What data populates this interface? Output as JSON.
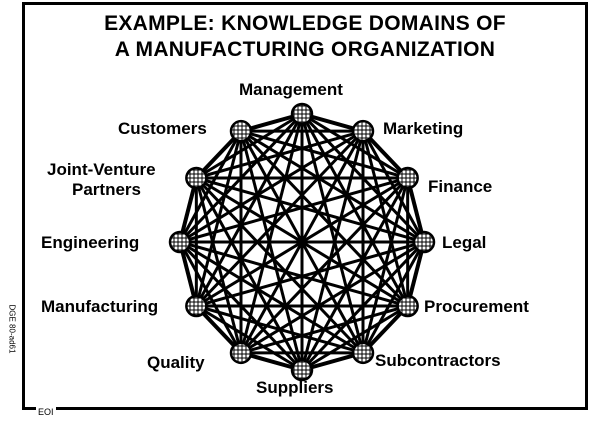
{
  "title": {
    "line1": "EXAMPLE:  KNOWLEDGE DOMAINS OF",
    "line2": "A MANUFACTURING  ORGANIZATION"
  },
  "nodes": [
    {
      "id": "management",
      "label": "Management"
    },
    {
      "id": "marketing",
      "label": "Marketing"
    },
    {
      "id": "finance",
      "label": "Finance"
    },
    {
      "id": "legal",
      "label": "Legal"
    },
    {
      "id": "procurement",
      "label": "Procurement"
    },
    {
      "id": "subcontractors",
      "label": "Subcontractors"
    },
    {
      "id": "suppliers",
      "label": "Suppliers"
    },
    {
      "id": "quality",
      "label": "Quality"
    },
    {
      "id": "manufacturing",
      "label": "Manufacturing"
    },
    {
      "id": "engineering",
      "label": "Engineering"
    },
    {
      "id": "joint-venture-partners",
      "label": "Joint-Venture Partners",
      "line1": "Joint-Venture",
      "line2": "Partners"
    },
    {
      "id": "customers",
      "label": "Customers"
    }
  ],
  "edges": "fully-connected",
  "side_code": "DGE 80-ad61",
  "corner_code": "EOI",
  "colors": {
    "ink": "#000000",
    "background": "#ffffff"
  }
}
